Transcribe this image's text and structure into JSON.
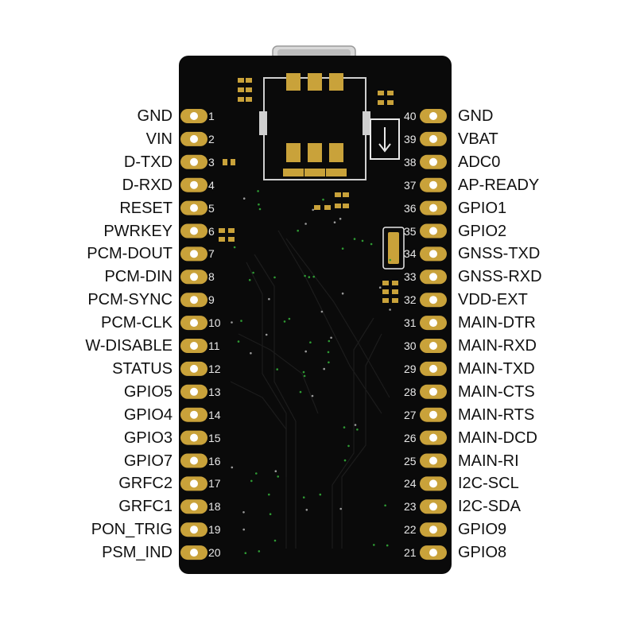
{
  "board": {
    "colors": {
      "pcb": "#0a0a0a",
      "pad": "#c9a23a",
      "pad_hole": "#ffffff",
      "via": "#2e9a33",
      "silk": "#e8e8e8"
    },
    "usb_icon": "usb-down-arrow-icon"
  },
  "left_pins": [
    {
      "num": "1",
      "label": "GND"
    },
    {
      "num": "2",
      "label": "VIN"
    },
    {
      "num": "3",
      "label": "D-TXD"
    },
    {
      "num": "4",
      "label": "D-RXD"
    },
    {
      "num": "5",
      "label": "RESET"
    },
    {
      "num": "6",
      "label": "PWRKEY"
    },
    {
      "num": "7",
      "label": "PCM-DOUT"
    },
    {
      "num": "8",
      "label": "PCM-DIN"
    },
    {
      "num": "9",
      "label": "PCM-SYNC"
    },
    {
      "num": "10",
      "label": "PCM-CLK"
    },
    {
      "num": "11",
      "label": "W-DISABLE"
    },
    {
      "num": "12",
      "label": "STATUS"
    },
    {
      "num": "13",
      "label": "GPIO5"
    },
    {
      "num": "14",
      "label": "GPIO4"
    },
    {
      "num": "15",
      "label": "GPIO3"
    },
    {
      "num": "16",
      "label": "GPIO7"
    },
    {
      "num": "17",
      "label": "GRFC2"
    },
    {
      "num": "18",
      "label": "GRFC1"
    },
    {
      "num": "19",
      "label": "PON_TRIG"
    },
    {
      "num": "20",
      "label": "PSM_IND"
    }
  ],
  "right_pins": [
    {
      "num": "40",
      "label": "GND"
    },
    {
      "num": "39",
      "label": "VBAT"
    },
    {
      "num": "38",
      "label": "ADC0"
    },
    {
      "num": "37",
      "label": "AP-READY"
    },
    {
      "num": "36",
      "label": "GPIO1"
    },
    {
      "num": "35",
      "label": "GPIO2"
    },
    {
      "num": "34",
      "label": "GNSS-TXD"
    },
    {
      "num": "33",
      "label": "GNSS-RXD"
    },
    {
      "num": "32",
      "label": "VDD-EXT"
    },
    {
      "num": "31",
      "label": "MAIN-DTR"
    },
    {
      "num": "30",
      "label": "MAIN-RXD"
    },
    {
      "num": "29",
      "label": "MAIN-TXD"
    },
    {
      "num": "28",
      "label": "MAIN-CTS"
    },
    {
      "num": "27",
      "label": "MAIN-RTS"
    },
    {
      "num": "26",
      "label": "MAIN-DCD"
    },
    {
      "num": "25",
      "label": "MAIN-RI"
    },
    {
      "num": "24",
      "label": "I2C-SCL"
    },
    {
      "num": "23",
      "label": "I2C-SDA"
    },
    {
      "num": "22",
      "label": "GPIO9"
    },
    {
      "num": "21",
      "label": "GPIO8"
    }
  ]
}
